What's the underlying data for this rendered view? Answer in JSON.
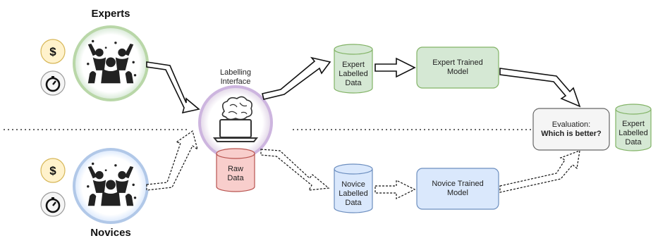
{
  "groups": {
    "experts": "Experts",
    "novices": "Novices"
  },
  "icons": {
    "cost": "dollar-icon",
    "time": "timer-icon",
    "people": "people-cheering-icon",
    "brain": "brain-icon",
    "laptop": "laptop-icon"
  },
  "cost_symbol": "$",
  "labelling_interface": [
    "Labelling",
    "Interface"
  ],
  "raw_data": [
    "Raw",
    "Data"
  ],
  "expert_data": [
    "Expert",
    "Labelled",
    "Data"
  ],
  "novice_data": [
    "Novice",
    "Labelled",
    "Data"
  ],
  "expert_model": [
    "Expert Trained",
    "Model"
  ],
  "novice_model": [
    "Novice Trained",
    "Model"
  ],
  "evaluation": {
    "line1": "Evaluation:",
    "line2": "Which is better?"
  },
  "eval_data": [
    "Expert",
    "Labelled",
    "Data"
  ],
  "colors": {
    "expert_green_fill": "#d5e8d4",
    "expert_green_stroke": "#82b366",
    "novice_blue_fill": "#dae8fc",
    "novice_blue_stroke": "#6c8ebf",
    "raw_red_fill": "#f8cecc",
    "raw_red_stroke": "#b85450",
    "interface_purple": "#c9b3dc",
    "coin_yellow": "#fff2cc",
    "coin_yellow_stroke": "#d6b656",
    "eval_fill": "#f5f5f5",
    "eval_stroke": "#666666"
  }
}
